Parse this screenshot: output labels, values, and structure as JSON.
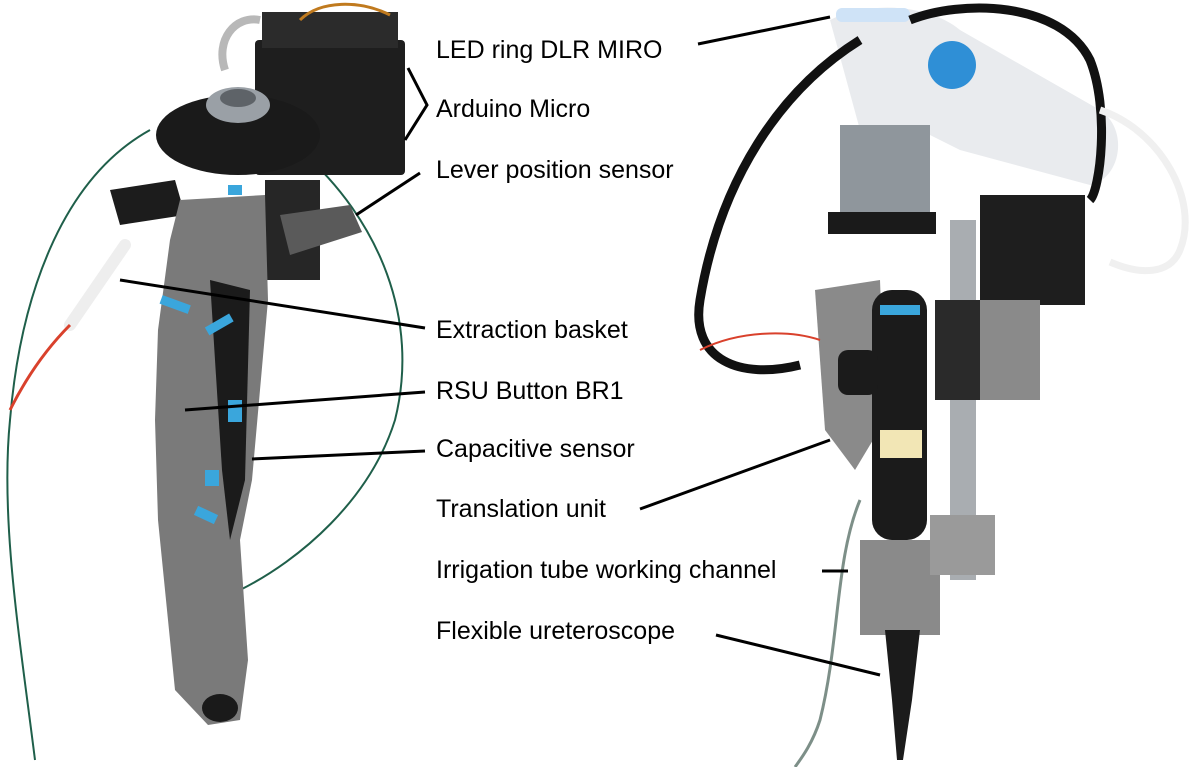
{
  "labels": {
    "led_ring": "LED ring DLR MIRO",
    "arduino": "Arduino Micro",
    "lever_sensor": "Lever position sensor",
    "extraction_basket": "Extraction basket",
    "rsu_button": "RSU Button BR1",
    "capacitive_sensor": "Capacitive sensor",
    "translation_unit": "Translation unit",
    "irrigation_tube": "Irrigation tube working channel",
    "ureteroscope": "Flexible ureteroscope"
  },
  "colors": {
    "background": "#ffffff",
    "label_text": "#000000",
    "leader_line": "#000000",
    "device_grey": "#7a7a7a",
    "device_black": "#1b1b1b",
    "robot_white": "#e9ebee",
    "robot_joint_blue": "#2f8fd6",
    "tape_blue": "#3aa6dc",
    "irrigation_red": "#d9412c",
    "wire_green": "#1f5f4a"
  }
}
